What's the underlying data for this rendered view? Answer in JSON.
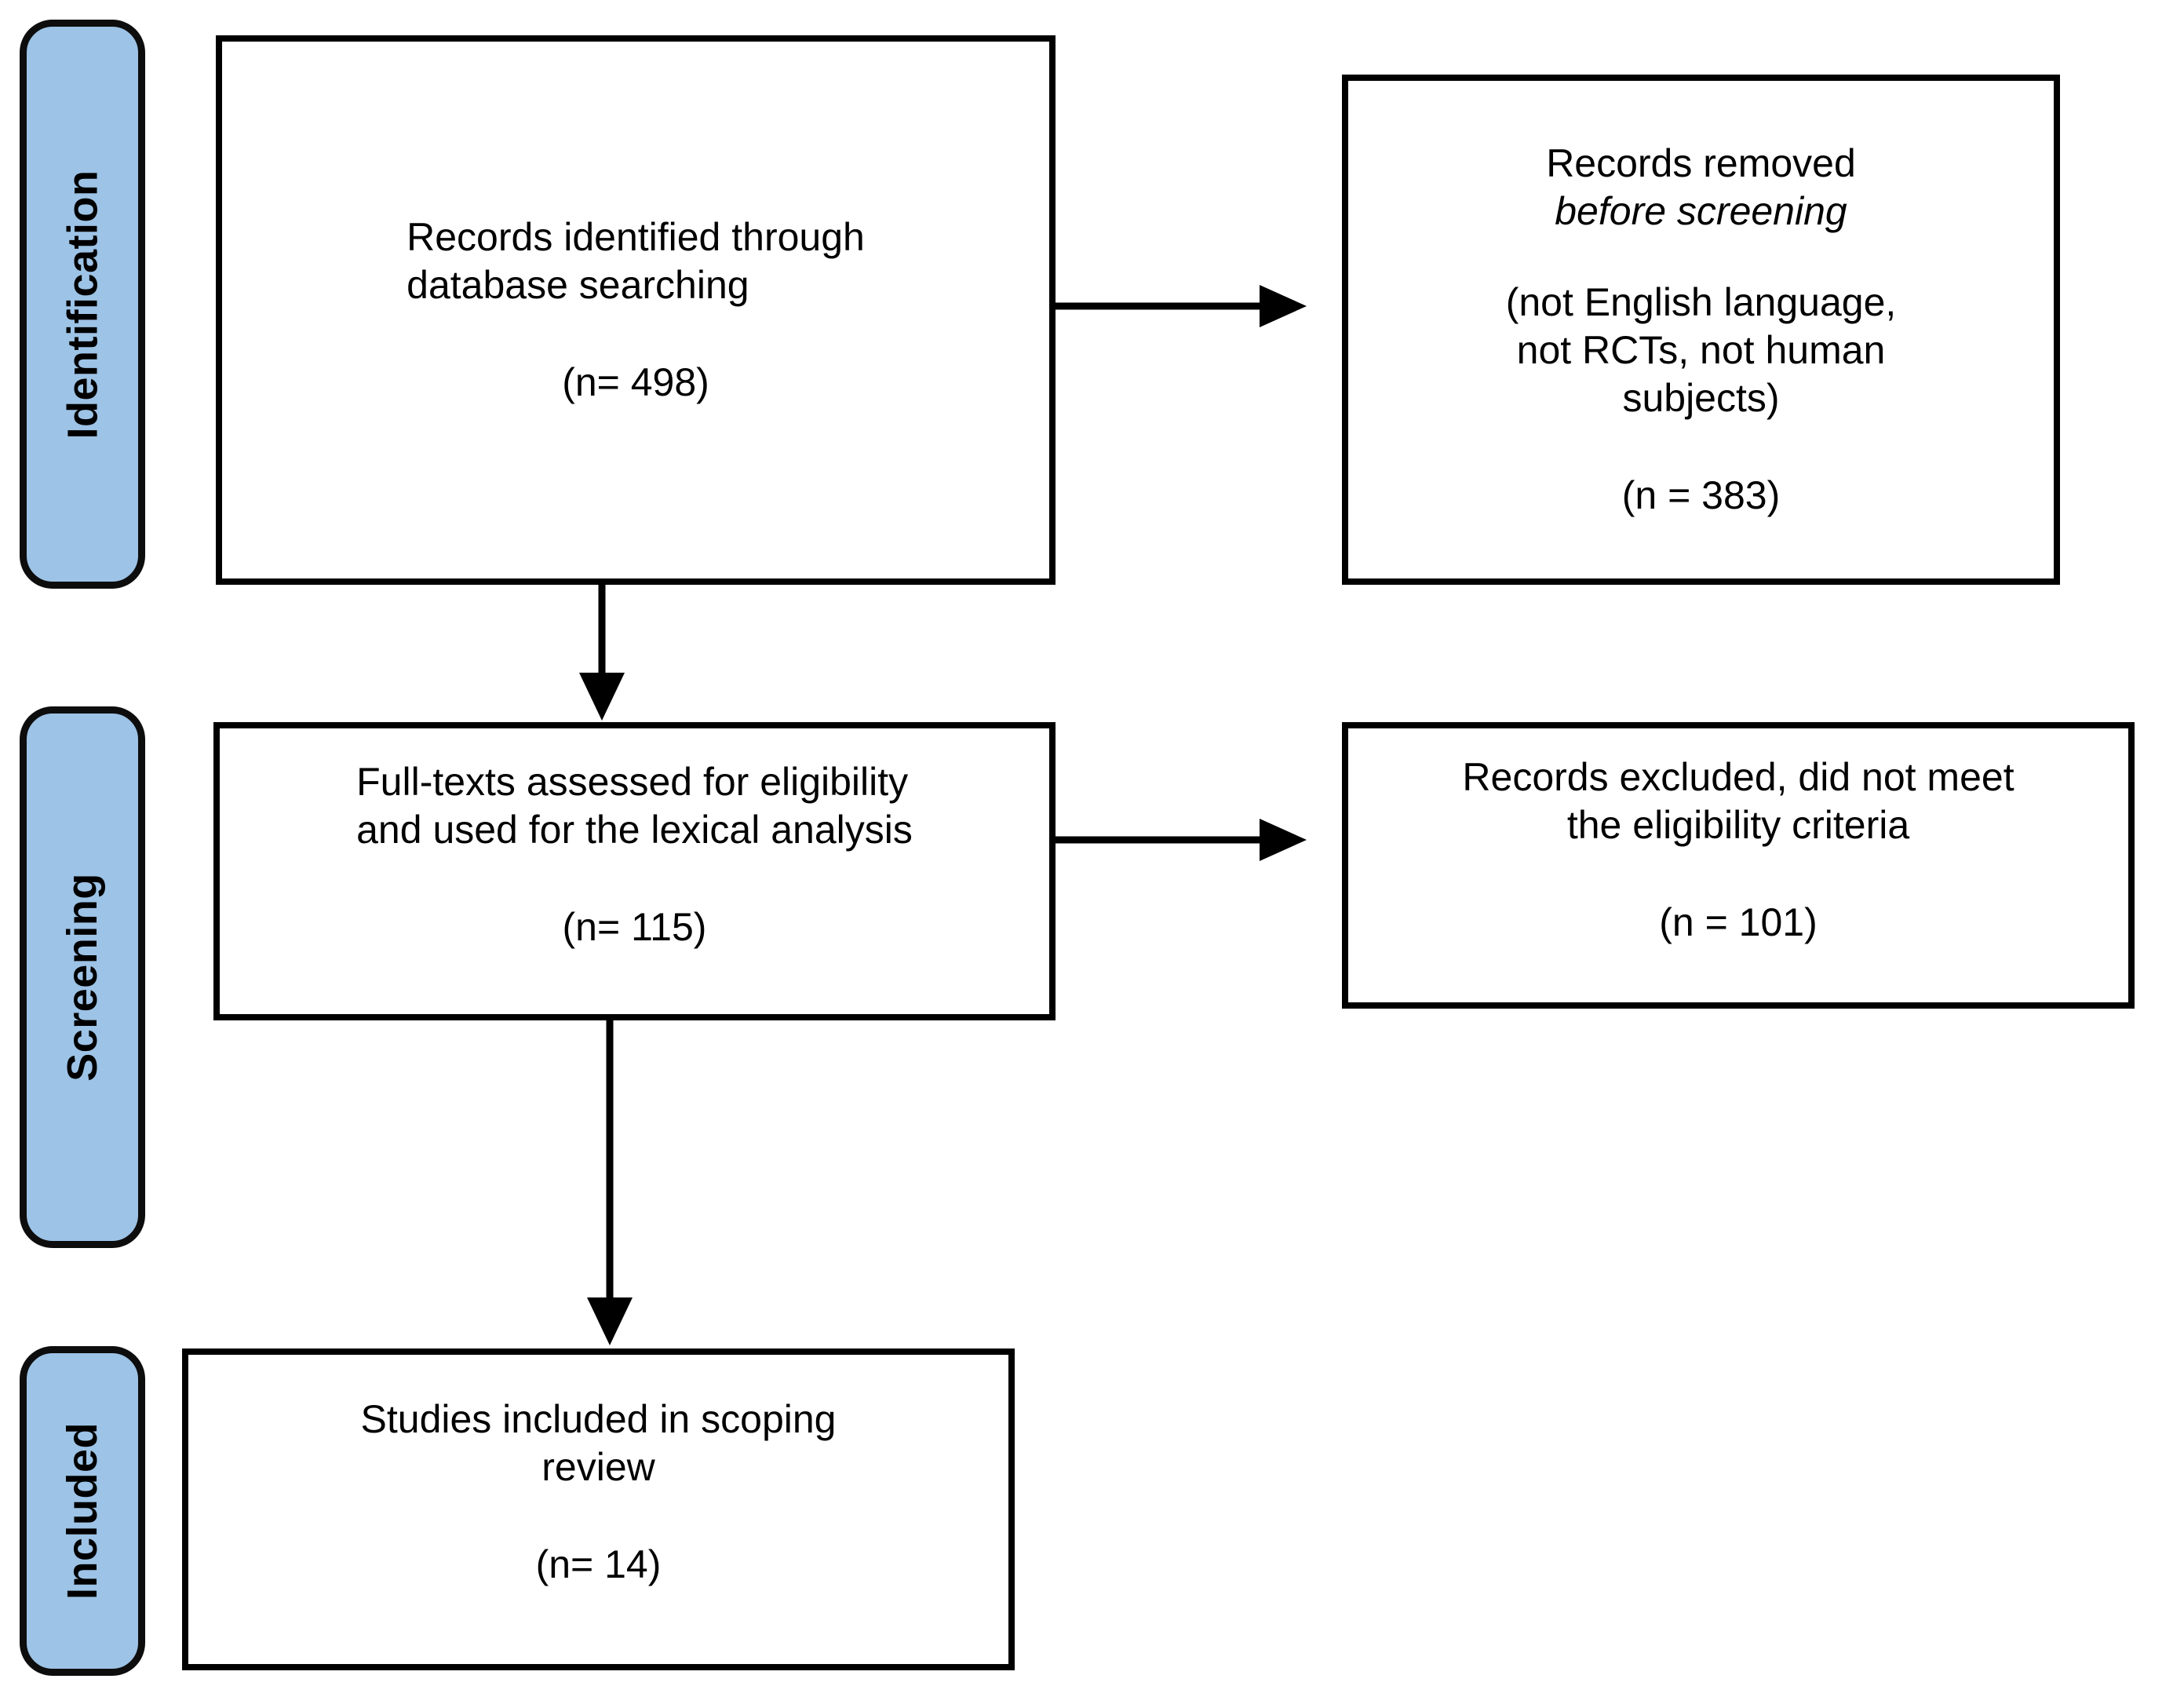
{
  "diagram": {
    "type": "prisma-flow-diagram",
    "title": "PRISMA flow diagram",
    "accent_color": "#9dc3e6",
    "line_color": "#000000",
    "background_color": "#ffffff"
  },
  "phases": [
    {
      "id": "identification",
      "label": "Identification"
    },
    {
      "id": "screening",
      "label": "Screening"
    },
    {
      "id": "included",
      "label": "Included"
    }
  ],
  "boxes": {
    "identified": {
      "body": "Records identified through\ndatabase searching",
      "count": "(n= 498)"
    },
    "removed": {
      "line1": "Records removed",
      "line2_italic": "before screening",
      "reasons": "(not English language,\nnot RCTs, not human\nsubjects)",
      "count": "(n = 383)"
    },
    "fulltext": {
      "body": "Full-texts assessed for eligibility\nand used for the lexical analysis",
      "count": "(n= 115)"
    },
    "excluded": {
      "body": "Records excluded, did not meet\nthe eligibility criteria",
      "count": "(n = 101)"
    },
    "included": {
      "body": "Studies included in scoping\nreview",
      "count": "(n= 14)"
    }
  },
  "arrows": [
    {
      "id": "identified-to-removed",
      "from": "identified",
      "to": "removed",
      "direction": "right"
    },
    {
      "id": "identified-to-fulltext",
      "from": "identified",
      "to": "fulltext",
      "direction": "down"
    },
    {
      "id": "fulltext-to-excluded",
      "from": "fulltext",
      "to": "excluded",
      "direction": "right"
    },
    {
      "id": "fulltext-to-included",
      "from": "fulltext",
      "to": "included",
      "direction": "down"
    }
  ]
}
